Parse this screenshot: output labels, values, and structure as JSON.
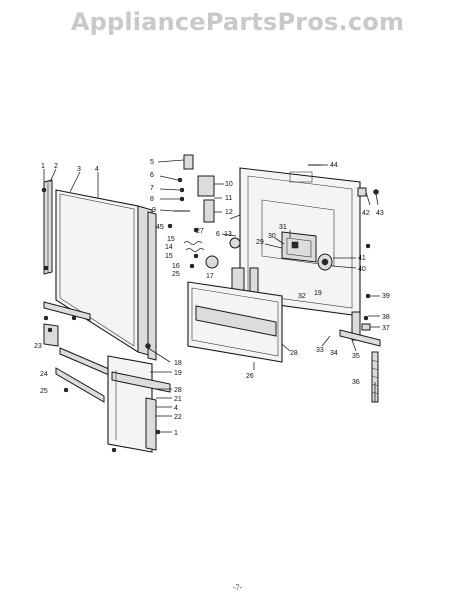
{
  "watermark": "AppliancePartsPros.com",
  "page_number": "-7-",
  "labels": [
    {
      "id": "1a",
      "text": "1"
    },
    {
      "id": "2",
      "text": "2"
    },
    {
      "id": "3",
      "text": "3"
    },
    {
      "id": "4a",
      "text": "4"
    },
    {
      "id": "5",
      "text": "5"
    },
    {
      "id": "6a",
      "text": "6"
    },
    {
      "id": "7",
      "text": "7"
    },
    {
      "id": "8",
      "text": "8"
    },
    {
      "id": "9",
      "text": "9"
    },
    {
      "id": "10",
      "text": "10"
    },
    {
      "id": "11",
      "text": "11"
    },
    {
      "id": "12",
      "text": "12"
    },
    {
      "id": "13",
      "text": "13"
    },
    {
      "id": "6b",
      "text": "6"
    },
    {
      "id": "27",
      "text": "27"
    },
    {
      "id": "45",
      "text": "45"
    },
    {
      "id": "15a",
      "text": "15"
    },
    {
      "id": "14",
      "text": "14"
    },
    {
      "id": "15b",
      "text": "15"
    },
    {
      "id": "16",
      "text": "16"
    },
    {
      "id": "25a",
      "text": "25"
    },
    {
      "id": "17",
      "text": "17"
    },
    {
      "id": "44",
      "text": "44"
    },
    {
      "id": "42",
      "text": "42"
    },
    {
      "id": "43",
      "text": "43"
    },
    {
      "id": "31",
      "text": "31"
    },
    {
      "id": "30",
      "text": "30"
    },
    {
      "id": "29",
      "text": "29"
    },
    {
      "id": "41",
      "text": "41"
    },
    {
      "id": "40",
      "text": "40"
    },
    {
      "id": "32",
      "text": "32"
    },
    {
      "id": "19a",
      "text": "19"
    },
    {
      "id": "39",
      "text": "39"
    },
    {
      "id": "38",
      "text": "38"
    },
    {
      "id": "37",
      "text": "37"
    },
    {
      "id": "28a",
      "text": "28"
    },
    {
      "id": "33",
      "text": "33"
    },
    {
      "id": "34",
      "text": "34"
    },
    {
      "id": "35",
      "text": "35"
    },
    {
      "id": "26",
      "text": "26"
    },
    {
      "id": "36",
      "text": "36"
    },
    {
      "id": "23",
      "text": "23"
    },
    {
      "id": "24",
      "text": "24"
    },
    {
      "id": "25b",
      "text": "25"
    },
    {
      "id": "18",
      "text": "18"
    },
    {
      "id": "19b",
      "text": "19"
    },
    {
      "id": "28b",
      "text": "28"
    },
    {
      "id": "21",
      "text": "21"
    },
    {
      "id": "4b",
      "text": "4"
    },
    {
      "id": "22",
      "text": "22"
    },
    {
      "id": "1b",
      "text": "1"
    }
  ]
}
